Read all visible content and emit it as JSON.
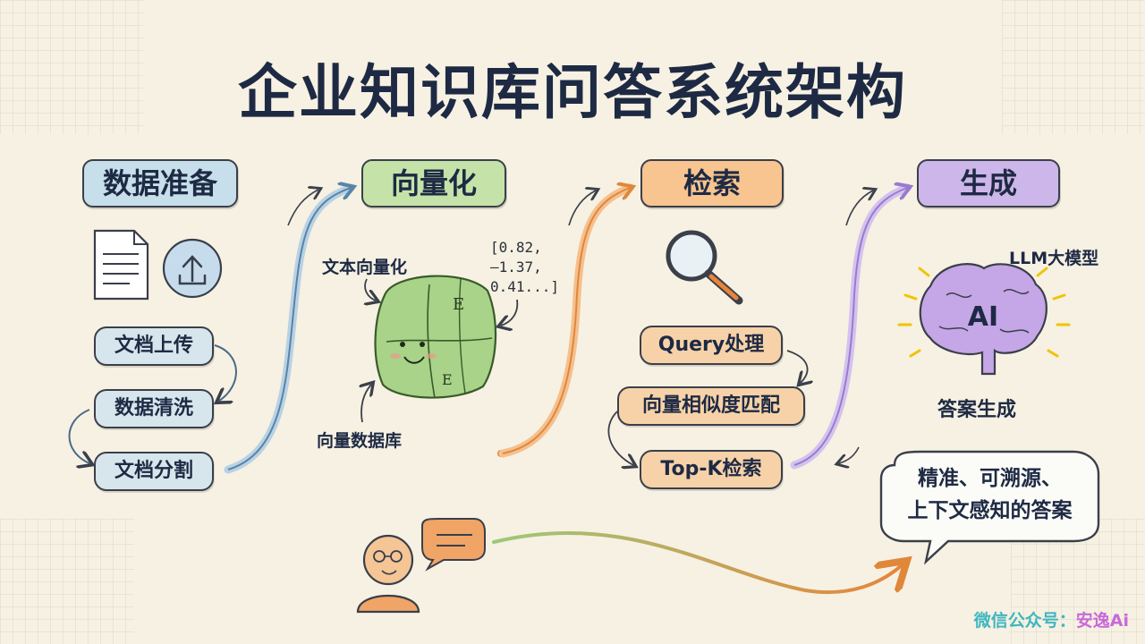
{
  "title": "企业知识库问答系统架构",
  "stages": {
    "prep": "数据准备",
    "vector": "向量化",
    "retrieve": "检索",
    "generate": "生成"
  },
  "prep_steps": [
    "文档上传",
    "数据清洗",
    "文档分割"
  ],
  "vector_section": {
    "text_vectorize": "文本向量化",
    "vector_db": "向量数据库",
    "embedding": "[0.82,\n–1.37,\n0.41...]",
    "cube_letters": [
      "E",
      "E"
    ]
  },
  "retrieve_steps": [
    "Query处理",
    "向量相似度匹配",
    "Top-K检索"
  ],
  "generate_section": {
    "model_label": "LLM大模型",
    "brain_text": "AI",
    "answer_label": "答案生成"
  },
  "answer_bubble": [
    "精准、可溯源、",
    "上下文感知的答案"
  ],
  "watermark": {
    "prefix": "微信公众号：",
    "name": "安逸Ai"
  },
  "colors": {
    "prep": "#c6dfea",
    "vector": "#c5e3a8",
    "retrieve": "#f8c48f",
    "generate": "#cdb6ea",
    "pill_blue": "#d6e6ec",
    "pill_orange": "#f7d2a8",
    "title": "#1e2a44"
  },
  "icons": [
    "document-icon",
    "upload-icon",
    "magnifier-icon",
    "brain-icon",
    "user-icon",
    "chat-bubble-icon"
  ]
}
